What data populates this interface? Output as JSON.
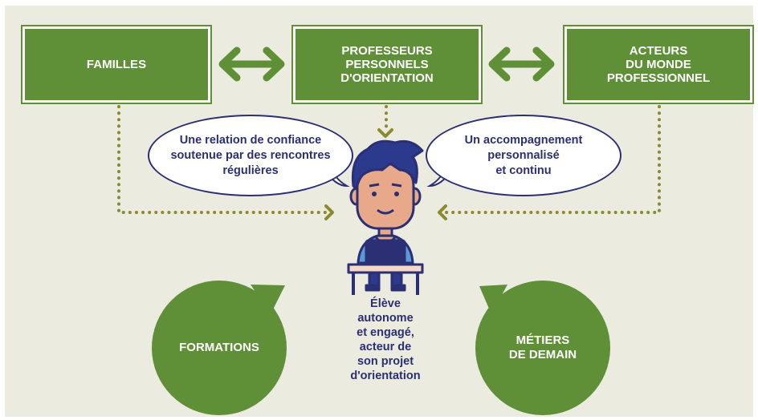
{
  "colors": {
    "background": "#ebebe0",
    "green": "#5f8f37",
    "dotted_line": "#8a8a2e",
    "navy": "#2b2f73",
    "skin": "#e8a98a",
    "hair": "#2b3a8c"
  },
  "boxes": {
    "familles": "FAMILLES",
    "professeurs": "PROFESSEURS\nPERSONNELS\nD'ORIENTATION",
    "acteurs": "ACTEURS\nDU MONDE\nPROFESSIONNEL"
  },
  "bubbles": {
    "left": "Une relation de confiance\nsoutenue par des rencontres\nrégulières",
    "right": "Un accompagnement\npersonnalisé\net continu"
  },
  "circles": {
    "formations": "FORMATIONS",
    "metiers": "MÉTIERS\nDE DEMAIN"
  },
  "student": {
    "description": "Élève\nautonome\net engagé,\nacteur de\nson projet\nd'orientation"
  },
  "icons": {
    "double_arrow": "double-arrow-icon",
    "student": "student-at-desk-icon"
  }
}
